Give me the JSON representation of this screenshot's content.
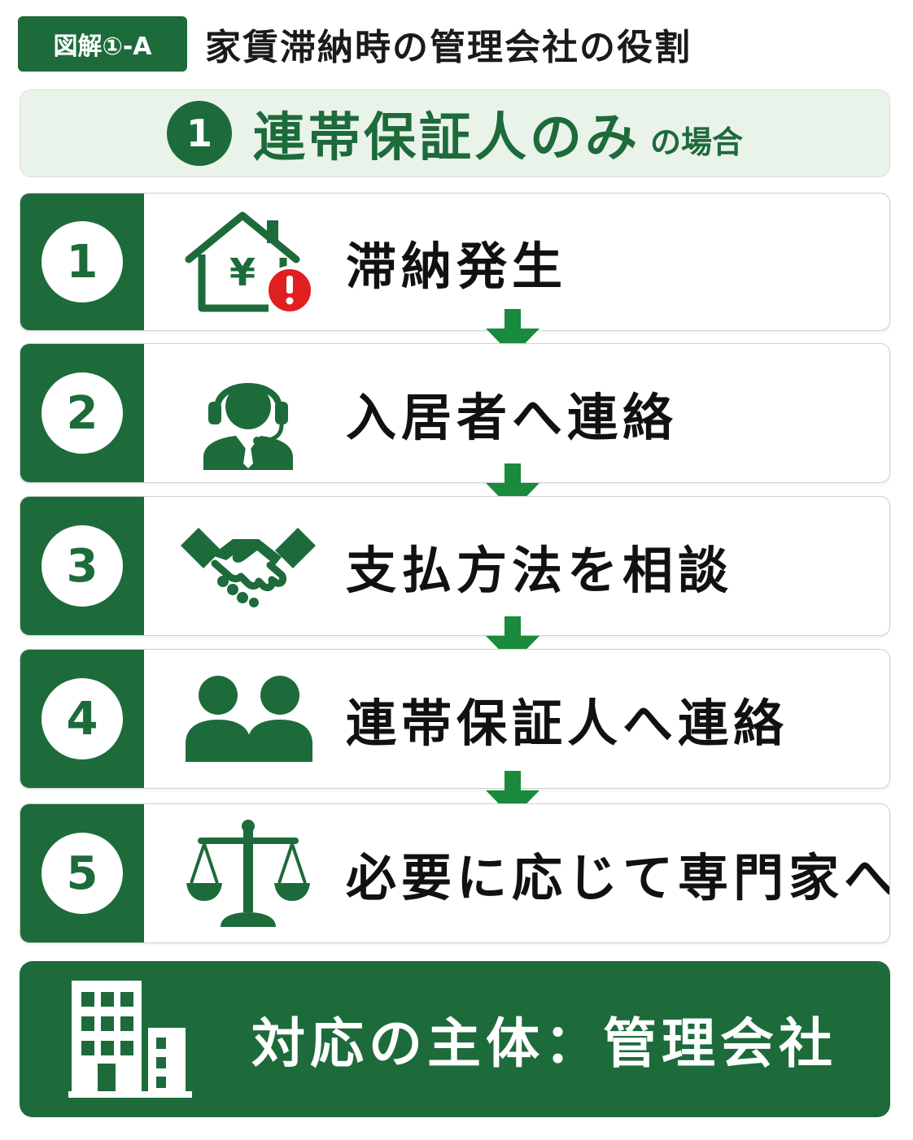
{
  "badge": "図解①-A",
  "title": "家賃滞納時の管理会社の役割",
  "subhead": {
    "number": "1",
    "main": "連帯保証人のみ",
    "suffix": "の場合"
  },
  "steps": [
    {
      "number": "1",
      "label": "滞納発生",
      "icon": "house-yen-alert-icon"
    },
    {
      "number": "2",
      "label": "入居者へ連絡",
      "icon": "operator-headset-icon"
    },
    {
      "number": "3",
      "label": "支払方法を相談",
      "icon": "handshake-icon"
    },
    {
      "number": "4",
      "label": "連帯保証人へ連絡",
      "icon": "two-people-icon"
    },
    {
      "number": "5",
      "label": "必要に応じて専門家へ",
      "icon": "scales-icon"
    }
  ],
  "footer": {
    "label": "対応の主体：管理会社",
    "icon": "building-icon"
  },
  "colors": {
    "primary_green": "#1d6b3b",
    "arrow_green": "#1a8a3c",
    "subhead_bg": "#eaf3ea",
    "alert_red": "#e02020"
  }
}
